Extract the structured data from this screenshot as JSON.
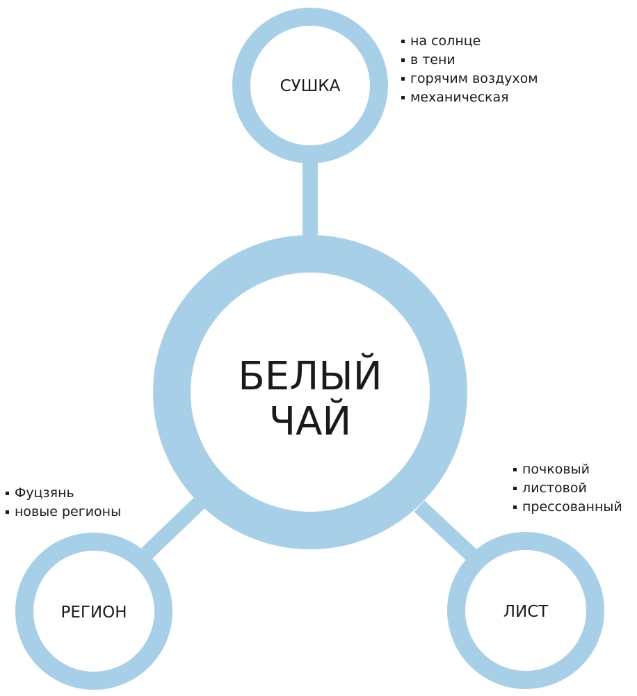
{
  "center": {
    "line1": "БЕЛЫЙ",
    "line2": "ЧАЙ"
  },
  "nodes": {
    "drying": {
      "label": "СУШКА",
      "items": [
        "на солнце",
        "в тени",
        "горячим воздухом",
        "механическая"
      ]
    },
    "region": {
      "label": "РЕГИОН",
      "items": [
        "Фуцзянь",
        "новые регионы"
      ]
    },
    "leaf": {
      "label": "ЛИСТ",
      "items": [
        "почковый",
        "листовой",
        "прессованный"
      ]
    }
  },
  "colors": {
    "ring": "#a8cfe8",
    "text": "#1a1a1a",
    "background": "#ffffff"
  }
}
